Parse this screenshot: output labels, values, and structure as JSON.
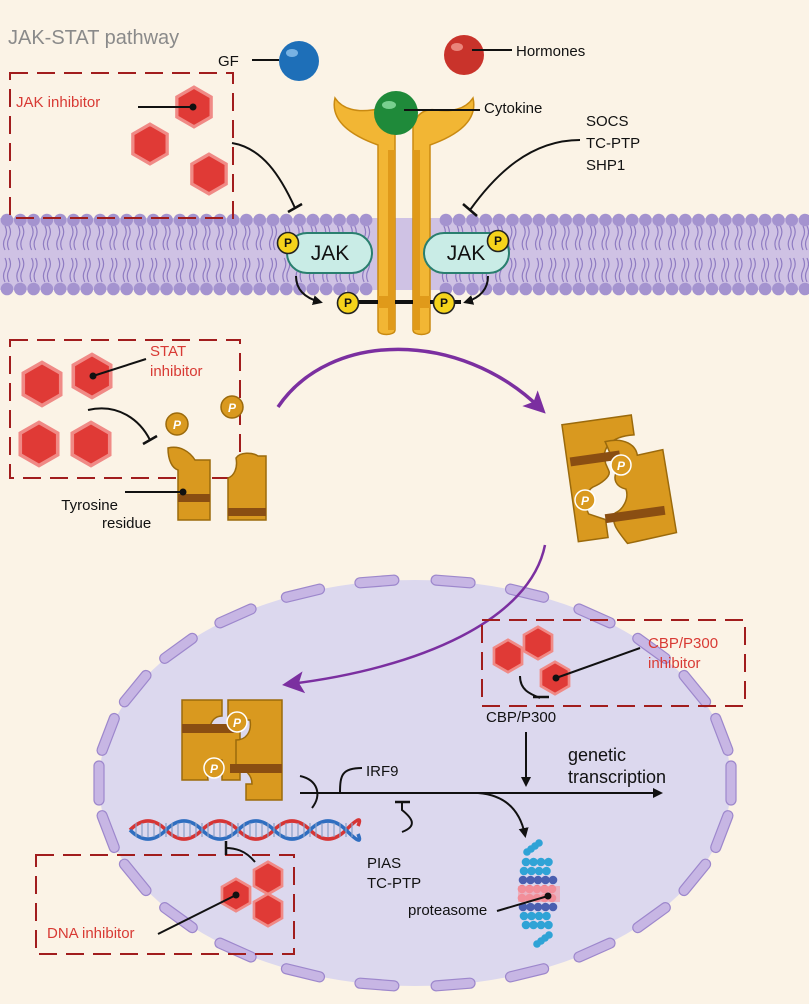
{
  "title": "JAK-STAT pathway",
  "ligands": {
    "gf": "GF",
    "hormones": "Hormones",
    "cytokine": "Cytokine"
  },
  "regulators": {
    "socs": "SOCS",
    "tcptp": "TC-PTP",
    "shp1": "SHP1"
  },
  "jak_label": "JAK",
  "phospho_label": "P",
  "inhibitors": {
    "jak": "JAK inhibitor",
    "stat_line1": "STAT",
    "stat_line2": "inhibitor",
    "cbp_line1": "CBP/P300",
    "cbp_line2": "inhibitor",
    "dna": "DNA inhibitor"
  },
  "tyrosine": {
    "line1": "Tyrosine",
    "line2": "residue"
  },
  "nucleus": {
    "irf9": "IRF9",
    "cbp": "CBP/P300",
    "genetic_line1": "genetic",
    "genetic_line2": "transcription",
    "pias": "PIAS",
    "tcptp": "TC-PTP",
    "proteasome": "proteasome"
  },
  "colors": {
    "background": "#fbf3e6",
    "membrane": "#b8a8d8",
    "lipid_head": "#a493cf",
    "receptor": "#f2b634",
    "jak": "#c9ece6",
    "phospho": "#f5d31b",
    "stat": "#d9991f",
    "inhibitor": "#e03a36",
    "nucleus": "#dcd8ee",
    "arrow_purple": "#7b2fa0"
  }
}
